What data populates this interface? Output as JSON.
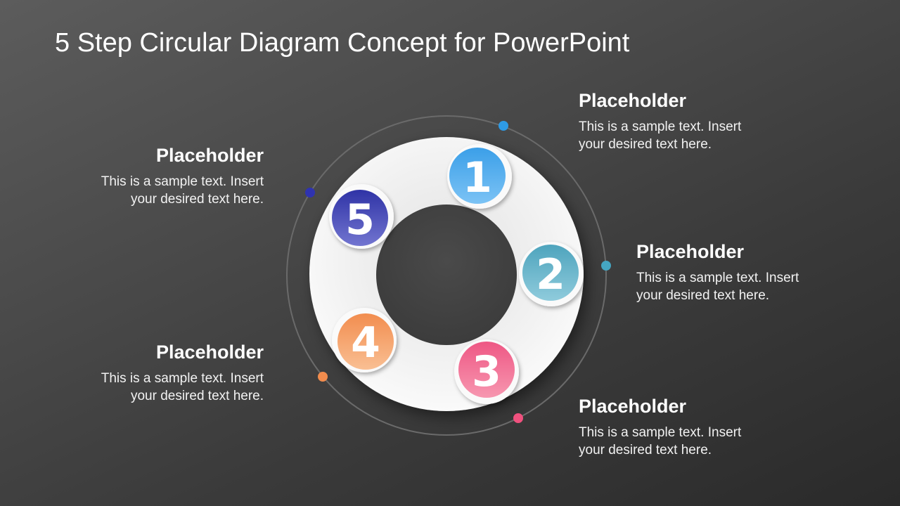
{
  "title": "5 Step Circular Diagram Concept for PowerPoint",
  "steps": [
    {
      "number": "1",
      "heading": "Placeholder",
      "text_line1": "This is a sample text. Insert",
      "text_line2": "your desired text here.",
      "color": "#4aa8ec"
    },
    {
      "number": "2",
      "heading": "Placeholder",
      "text_line1": "This is a sample text. Insert",
      "text_line2": "your desired text here.",
      "color": "#5fb3c9"
    },
    {
      "number": "3",
      "heading": "Placeholder",
      "text_line1": "This is a sample text. Insert",
      "text_line2": "your desired text here.",
      "color": "#f06a8f"
    },
    {
      "number": "4",
      "heading": "Placeholder",
      "text_line1": "This is a sample text. Insert",
      "text_line2": "your desired text here.",
      "color": "#f59a60"
    },
    {
      "number": "5",
      "heading": "Placeholder",
      "text_line1": "This is a sample text. Insert",
      "text_line2": "your desired text here.",
      "color": "#3c3fae"
    }
  ]
}
